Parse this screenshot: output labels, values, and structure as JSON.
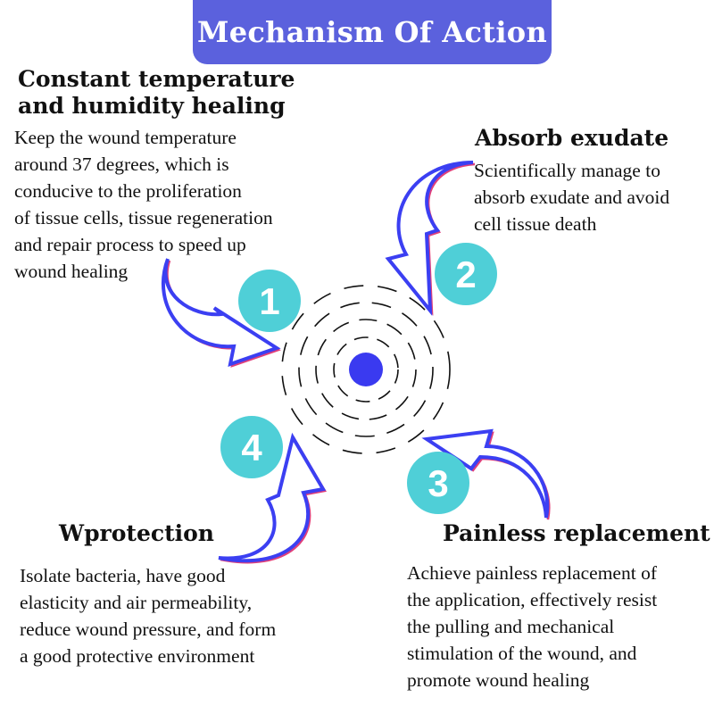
{
  "title": "Mechanism Of Action",
  "colors": {
    "banner": "#5b61dd",
    "badge": "#4fcfd7",
    "center_dot": "#3a3af0",
    "arrow": "#3b3ff2",
    "arrow_edge": "#e0407a"
  },
  "sections": [
    {
      "number": "1",
      "heading_lines": [
        "Constant temperature",
        "and humidity healing"
      ],
      "body_lines": [
        "Keep the wound temperature",
        "around 37 degrees, which is",
        "conducive to the proliferation",
        "of tissue cells, tissue regeneration",
        "and repair process to speed up",
        "wound healing"
      ]
    },
    {
      "number": "2",
      "heading_lines": [
        "Absorb exudate"
      ],
      "body_lines": [
        "Scientifically manage to",
        "absorb exudate and avoid",
        "cell tissue death"
      ]
    },
    {
      "number": "3",
      "heading_lines": [
        "Painless replacement"
      ],
      "body_lines": [
        "Achieve painless replacement of",
        "the application, effectively resist",
        "the pulling and mechanical",
        "stimulation of the wound, and",
        "promote wound healing"
      ]
    },
    {
      "number": "4",
      "heading_lines": [
        "Wprotection"
      ],
      "body_lines": [
        "Isolate bacteria, have good",
        "elasticity and air permeability,",
        "reduce wound pressure, and form",
        "a good protective environment"
      ]
    }
  ]
}
